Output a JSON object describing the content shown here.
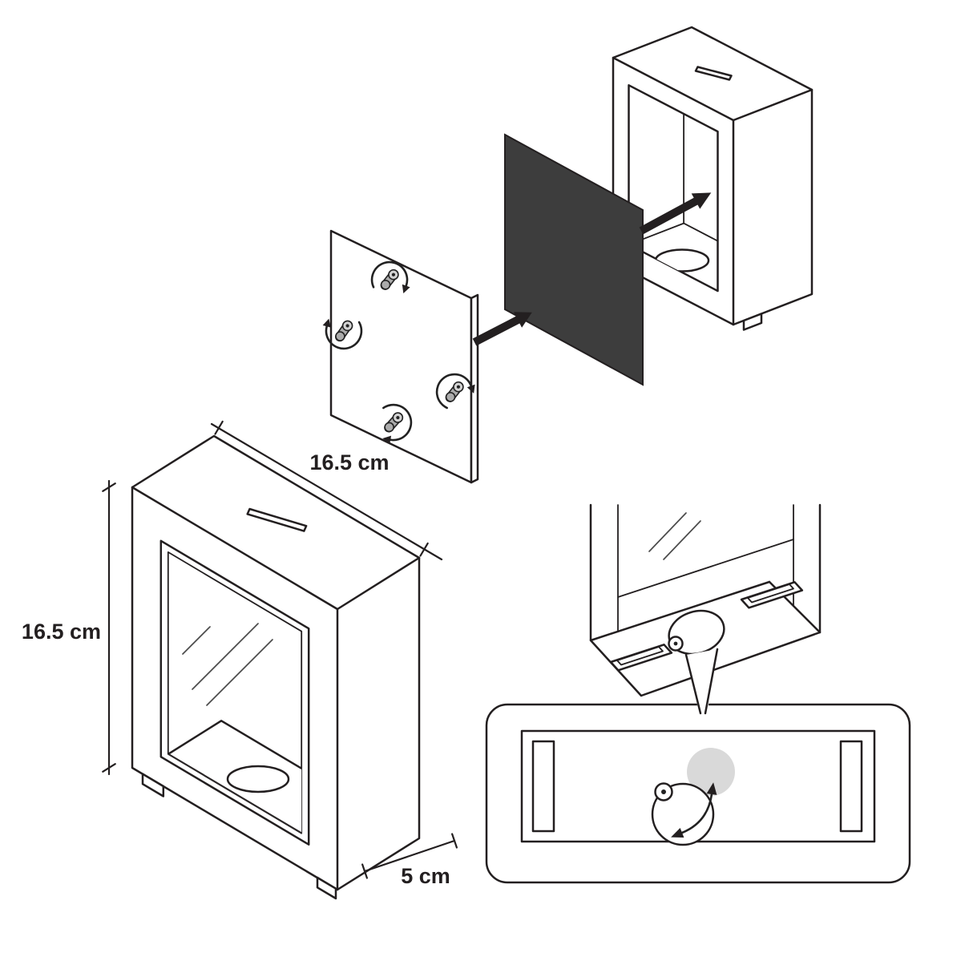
{
  "diagram": {
    "labels": {
      "width": "16.5 cm",
      "height": "16.5 cm",
      "depth": "5 cm"
    },
    "colors": {
      "line": "#231f20",
      "photo_panel": "#3d3d3d",
      "highlight": "#d9d9d9",
      "background": "#ffffff"
    },
    "icons": {
      "rotation": "rotation-arrow-icon",
      "insert": "insert-arrow-icon",
      "clip": "swivel-clip-icon",
      "lock": "twist-lock-icon",
      "slot": "coin-slot-icon"
    }
  }
}
